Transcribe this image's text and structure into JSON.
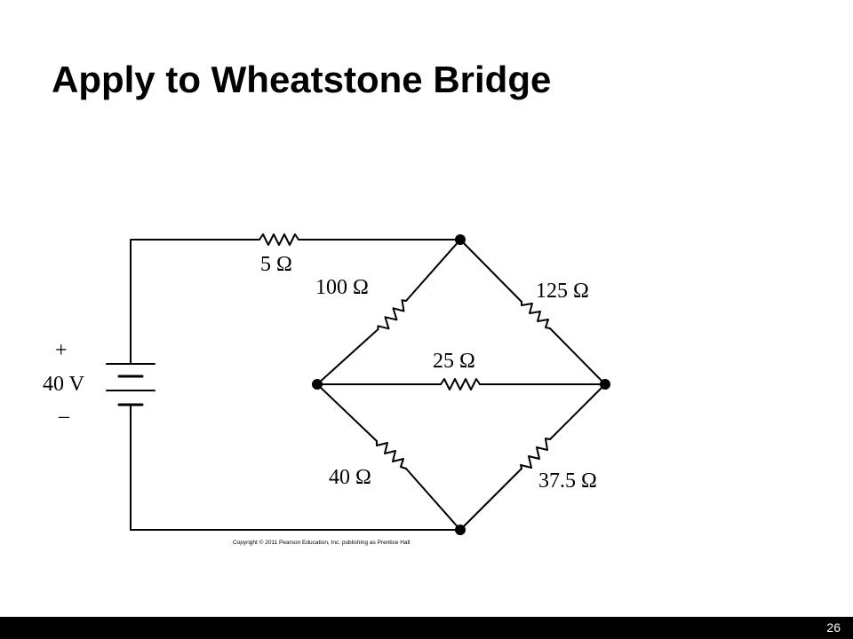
{
  "slide": {
    "title": "Apply to Wheatstone Bridge",
    "page_number": "26"
  },
  "circuit": {
    "source": {
      "voltage": "40 V",
      "plus": "+",
      "minus": "–"
    },
    "resistors": {
      "series": "5 Ω",
      "upper_left": "100 Ω",
      "upper_right": "125 Ω",
      "bridge": "25 Ω",
      "lower_left": "40 Ω",
      "lower_right": "37.5 Ω"
    },
    "copyright": "Copyright © 2011 Pearson Education, Inc. publishing as Prentice Hall"
  },
  "colors": {
    "ink": "#000000",
    "background": "#ffffff",
    "footer": "#000000",
    "footer_text": "#ffffff"
  }
}
